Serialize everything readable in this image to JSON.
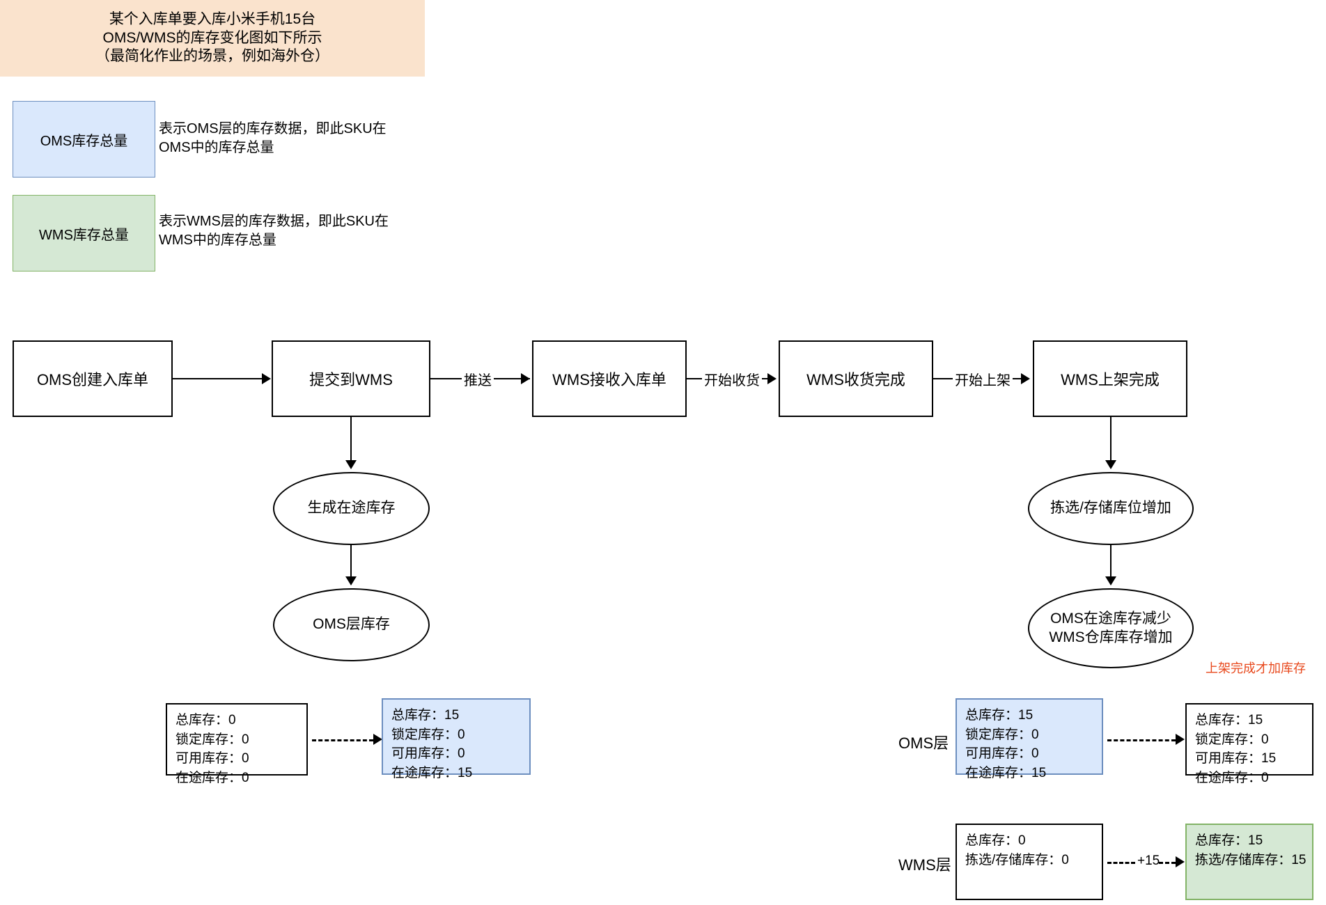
{
  "banner": {
    "line1": "某个入库单要入库小米手机15台",
    "line2": "OMS/WMS的库存变化图如下所示",
    "line3": "（最简化作业的场景，例如海外仓）"
  },
  "legend": {
    "oms": {
      "box_label": "OMS库存总量",
      "description": "表示OMS层的库存数据，即此SKU在\nOMS中的库存总量",
      "fill": "#dae8fc",
      "stroke": "#6c8ebf"
    },
    "wms": {
      "box_label": "WMS库存总量",
      "description": "表示WMS层的库存数据，即此SKU在\nWMS中的库存总量",
      "fill": "#d5e8d4",
      "stroke": "#82b366"
    }
  },
  "flow": {
    "nodes": [
      {
        "id": "n1",
        "label": "OMS创建入库单"
      },
      {
        "id": "n2",
        "label": "提交到WMS"
      },
      {
        "id": "n3",
        "label": "WMS接收入库单"
      },
      {
        "id": "n4",
        "label": "WMS收货完成"
      },
      {
        "id": "n5",
        "label": "WMS上架完成"
      }
    ],
    "edge_labels": {
      "n1_n2": "",
      "n2_n3": "推送",
      "n3_n4": "开始收货",
      "n4_n5": "开始上架"
    },
    "ellipses": [
      {
        "id": "e1",
        "label": "生成在途库存"
      },
      {
        "id": "e2",
        "label": "OMS层库存"
      },
      {
        "id": "e3",
        "label": "拣选/存储库位增加"
      },
      {
        "id": "e4",
        "label": "OMS在途库存减少\nWMS仓库库存增加"
      }
    ],
    "note": "上架完成才加库存",
    "note_color": "#e8491d"
  },
  "inventory": {
    "left_group": {
      "before": "总库存：0\n锁定库存：0\n可用库存：0\n在途库存：0",
      "after": "总库存：15\n锁定库存：0\n可用库存：0\n在途库存：15",
      "transition_label": ""
    },
    "oms_layer": {
      "layer_label": "OMS层",
      "before": "总库存：15\n锁定库存：0\n可用库存：0\n在途库存：15",
      "after": "总库存：15\n锁定库存：0\n可用库存：15\n在途库存：0",
      "transition_label": ""
    },
    "wms_layer": {
      "layer_label": "WMS层",
      "before": "总库存：0\n拣选/存储库存：0",
      "after": "总库存：15\n拣选/存储库存：15",
      "transition_label": "+15"
    }
  }
}
